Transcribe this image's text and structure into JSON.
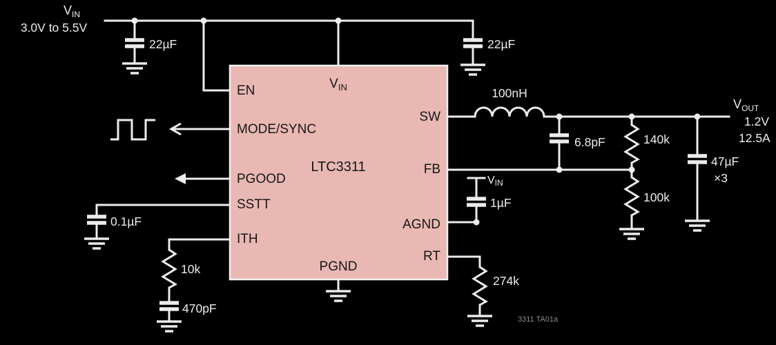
{
  "colors": {
    "background": "#000000",
    "wire": "#ececec",
    "chip_fill": "#e9b8b3",
    "chip_text": "#161616",
    "fig_id_text": "#8f8f8f"
  },
  "input": {
    "v_main": "V",
    "v_sub": "IN",
    "range": "3.0V to 5.5V",
    "cin1": "22µF",
    "cin2": "22µF"
  },
  "chip": {
    "part": "LTC3311",
    "pins": {
      "vin_main": "V",
      "vin_sub": "IN",
      "en": "EN",
      "mode_sync": "MODE/SYNC",
      "pgood": "PGOOD",
      "ss": "SSTT",
      "ith": "ITH",
      "sw": "SW",
      "fb": "FB",
      "agnd": "AGND",
      "rt": "RT",
      "pgnd": "PGND"
    }
  },
  "power_path": {
    "inductor": "100nH",
    "cff": "6.8pF",
    "rfb_top": "140k",
    "rfb_bottom": "100k",
    "cout": "47µF",
    "cout_qty": "×3"
  },
  "output": {
    "v_main": "V",
    "v_sub": "OUT",
    "voltage": "1.2V",
    "current": "12.5A"
  },
  "aux": {
    "vin_main": "V",
    "vin_sub": "IN",
    "cvin": "1µF",
    "css": "0.1µF",
    "rith": "10k",
    "cith": "470pF",
    "rrt": "274k"
  },
  "footer": {
    "fig_id": "3311 TA01a"
  }
}
